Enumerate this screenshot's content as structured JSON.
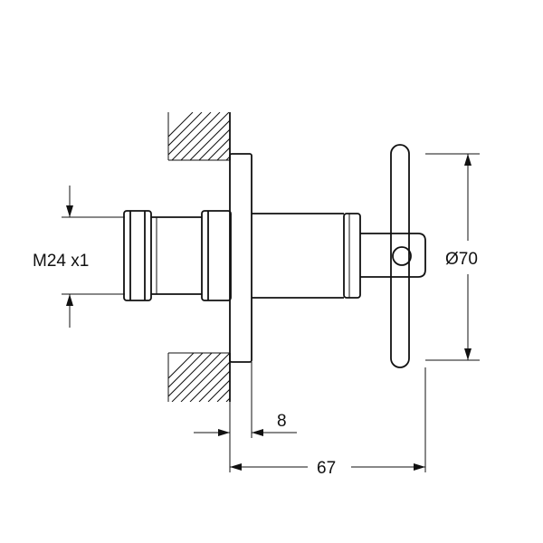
{
  "drawing": {
    "labels": {
      "thread": "M24 x1",
      "diameter": "Ø70",
      "wall_offset": "8",
      "overall_length": "67"
    }
  }
}
